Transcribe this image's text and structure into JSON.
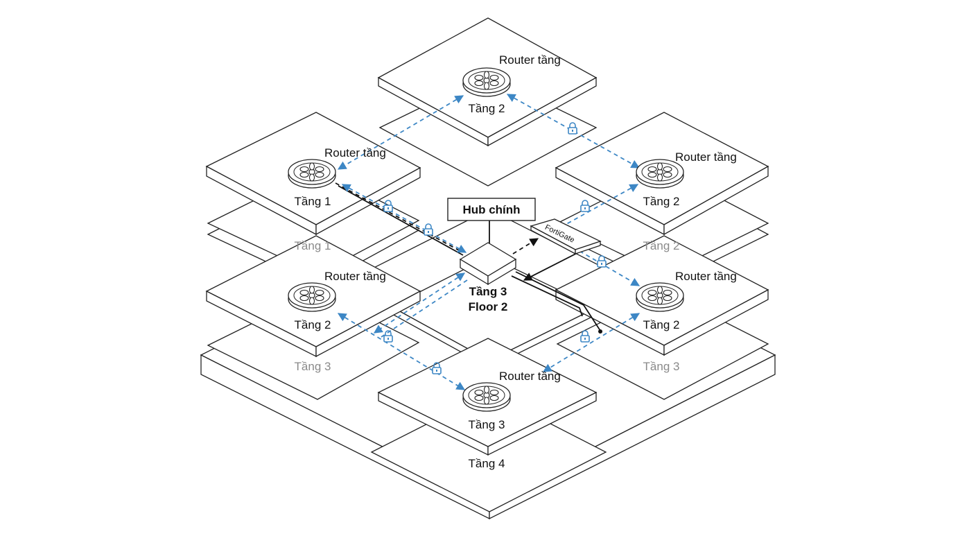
{
  "hub": {
    "title": "Hub chính",
    "floor_line1": "Tầng 3",
    "floor_line2": "Floor 2"
  },
  "firewall": {
    "label": "FortiGate"
  },
  "routers": [
    {
      "id": "top",
      "caption": "Router tầng",
      "floor": "Tầng 2"
    },
    {
      "id": "left-upper",
      "caption": "Router tầng",
      "floor": "Tầng 1"
    },
    {
      "id": "right-upper",
      "caption": "Router tầng",
      "floor": "Tầng 2"
    },
    {
      "id": "left-lower",
      "caption": "Router tầng",
      "floor": "Tầng 2"
    },
    {
      "id": "right-lower",
      "caption": "Router tầng",
      "floor": "Tầng 2"
    },
    {
      "id": "bottom",
      "caption": "Router tầng",
      "floor": "Tầng 3"
    }
  ],
  "underlayer_labels": {
    "left_upper": "Tầng 1",
    "right_upper": "Tầng 2",
    "left_lower": "Tầng 3",
    "right_lower": "Tầng 3",
    "bottom": "Tầng 4"
  },
  "colors": {
    "vpn_link": "#3d87c5",
    "wired_link": "#111111",
    "underlayer_text": "#8a8a8a"
  },
  "icons": {
    "router": "router-icon",
    "lock": "lock-icon",
    "hub": "switch-hub-icon",
    "firewall": "firewall-icon"
  }
}
